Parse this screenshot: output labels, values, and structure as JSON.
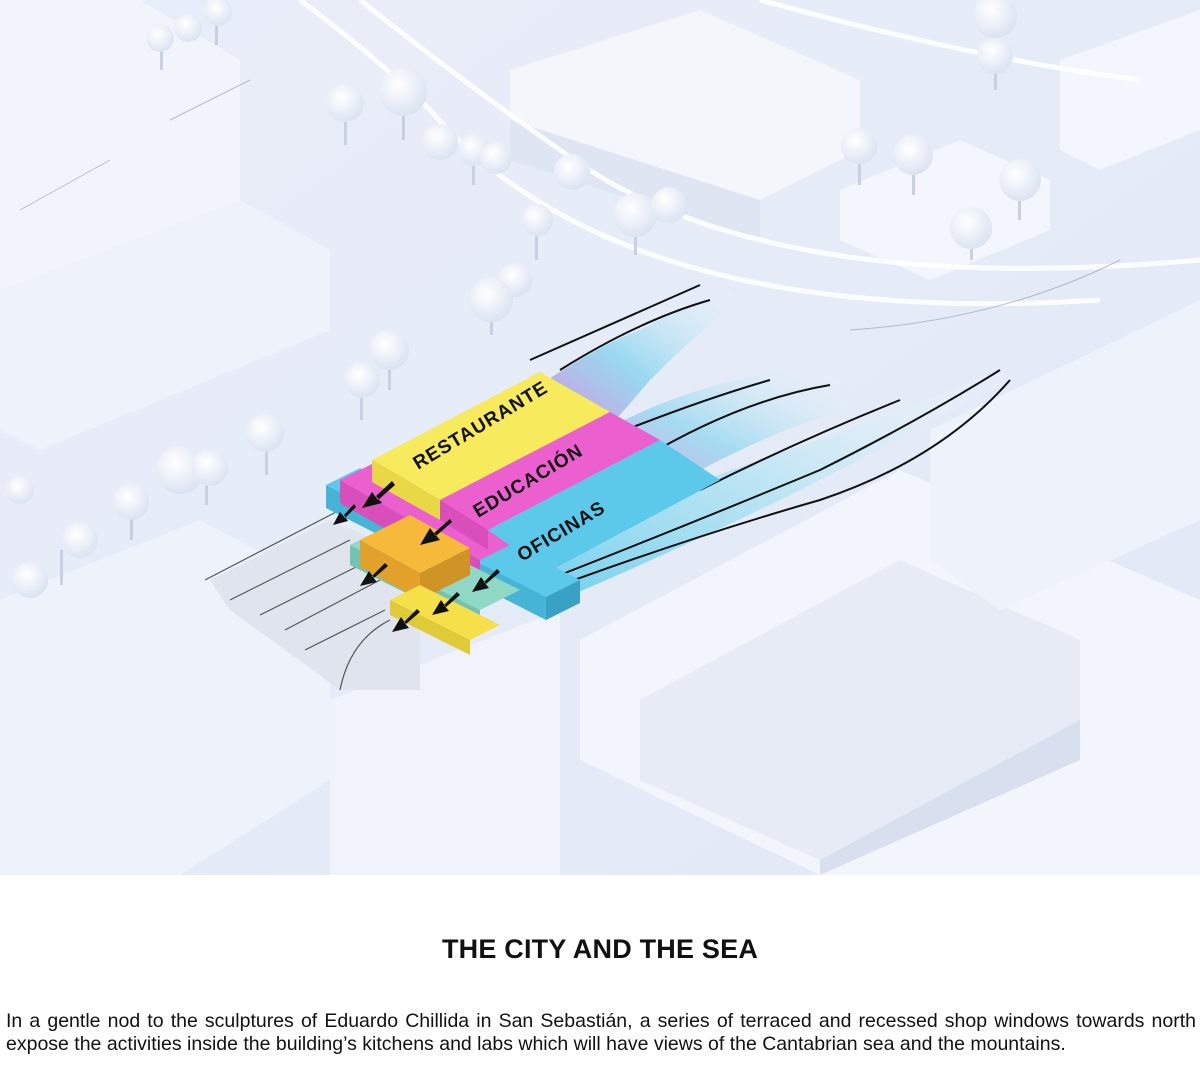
{
  "diagram": {
    "labels": {
      "restaurante": "RESTAURANTE",
      "educacion": "EDUCACIÓN",
      "oficinas": "OFICINAS"
    },
    "colors": {
      "background": "#e6ecf8",
      "restaurante": "#f7ea5c",
      "educacion": "#ec5fcf",
      "oficinas": "#5cc9ea",
      "lower_orange": "#f7b93a",
      "lower_teal": "#8fd8c6",
      "lower_yellow": "#f5e04a",
      "arrow": "#111111"
    }
  },
  "text": {
    "title": "THE CITY AND THE SEA",
    "caption": "In a gentle nod to the sculptures of Eduardo Chillida in San Sebastián, a series of terraced and recessed shop windows towards north expose the activities inside the building’s kitchens and labs which will have views of the Cantabrian sea and the mountains."
  }
}
